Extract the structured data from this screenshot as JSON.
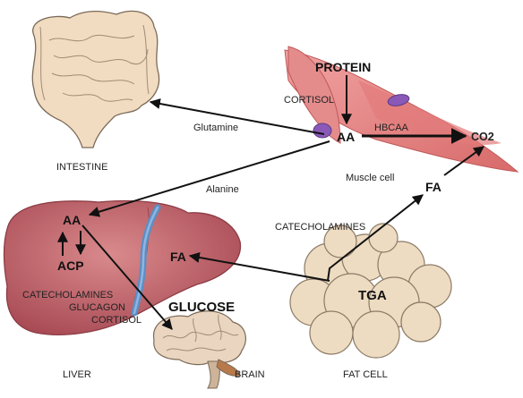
{
  "labels": {
    "protein": "PROTEIN",
    "cortisol_muscle": "CORTISOL",
    "hbcaa": "HBCAA",
    "aa_muscle": "AA",
    "co2": "CO2",
    "glutamine": "Glutamine",
    "intestine": "INTESTINE",
    "muscle_cell": "Muscle cell",
    "alanine": "Alanine",
    "fa_top": "FA",
    "catecholamines_fat": "CATECHOLAMINES",
    "aa_liver": "AA",
    "acp": "ACP",
    "fa_liver": "FA",
    "catecholamines_liver": "CATECHOLAMINES",
    "glucagon": "GLUCAGON",
    "cortisol_liver": "CORTISOL",
    "glucose": "GLUCOSE",
    "tga": "TGA",
    "liver": "LIVER",
    "brain": "BRAIN",
    "fat_cell": "FAT CELL"
  },
  "colors": {
    "intestine": "#f1dcc1",
    "muscle": "#e27a7a",
    "liver": "#c4656b",
    "fat": "#eddcc2",
    "brain": "#ead6c0",
    "vessel": "#5a8fc6",
    "nucleus": "#8a59b8"
  }
}
